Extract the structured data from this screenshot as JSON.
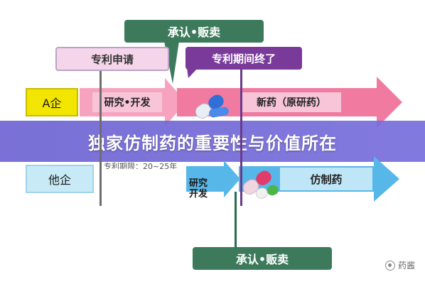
{
  "labels": {
    "approval_top": "承认•贩卖",
    "patent_apply": "专利申请",
    "patent_expire": "专利期间终了",
    "company_a": "A企",
    "rd_a": "研究•开发",
    "new_drug": "新药（原研药）",
    "company_other": "他企",
    "rd_other": "研究\n开发",
    "generic": "仿制药",
    "approval_bottom": "承认•贩卖",
    "obscured_text": "专利期限：20~25年"
  },
  "title": "独家仿制药的重要性与价值所在",
  "watermark": "药酱",
  "colors": {
    "green": "#3d7a5c",
    "purple": "#7a3a9a",
    "pink_light": "#f2c9e0",
    "pink_arrow": "#f07aa0",
    "pink_arrow_light": "#f7a3c0",
    "blue_arrow": "#57b7e8",
    "blue_light": "#bfe6f7",
    "yellow": "#f2e500",
    "banner": "#6e64d2"
  },
  "icons": {
    "capsule_top": "capsule-pill-icon",
    "capsule_bottom": "capsule-pill-icon",
    "watermark": "wechat-logo-icon"
  }
}
